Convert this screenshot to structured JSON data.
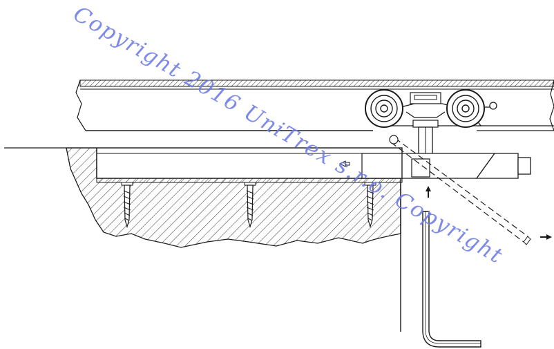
{
  "watermark": {
    "text": "Copyright 2016 UniTrex s.r.o. Copyright",
    "color": "#6f7fe6"
  },
  "drawing": {
    "line_color": "#1a1a1a",
    "hatch_color": "#444444",
    "wheel_count": 2,
    "screw_count": 3,
    "arrows": [
      "up-arrow",
      "right-arrow",
      "left-arrow"
    ]
  }
}
